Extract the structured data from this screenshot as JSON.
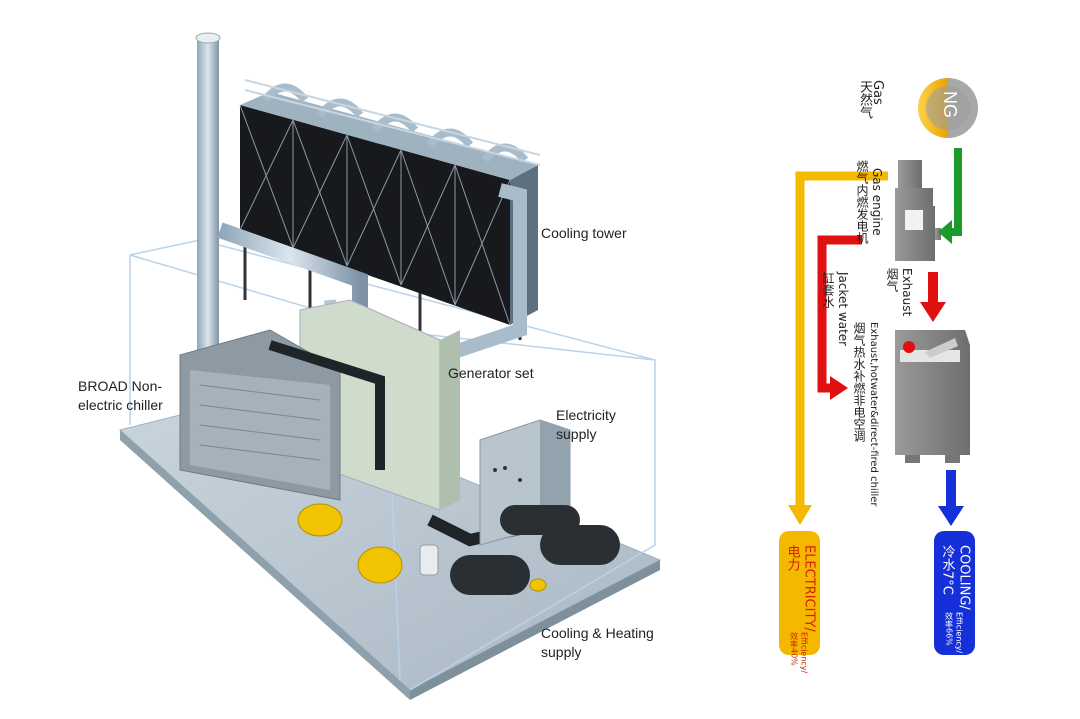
{
  "labels": {
    "cooling_tower": "Cooling tower",
    "broad_chiller_line1": "BROAD Non-",
    "broad_chiller_line2": "electric chiller",
    "generator_set": "Generator set",
    "electricity_supply_line1": "Electricity",
    "electricity_supply_line2": "supply",
    "cooling_heating_line1": "Cooling & Heating",
    "cooling_heating_line2": "supply"
  },
  "flow": {
    "ng_badge": "NG",
    "gas_en": "Gas",
    "gas_cn": "天然气",
    "gas_engine_en": "Gas engine",
    "gas_engine_cn": "燃气内燃发电机",
    "exhaust_en": "Exhaust",
    "exhaust_cn": "烟气",
    "jacket_water_en": "Jacket water",
    "jacket_water_cn": "缸套水",
    "chiller_en": "Exhaust,hotwater&direct-fired chiller",
    "chiller_cn": "烟气热水补燃非电空调",
    "electricity_out": "ELECTRICITY/电力",
    "electricity_eff": "Efficiency/效率40%",
    "cooling_out": "COOLING/冷水7°C",
    "cooling_eff": "Efficiency/效率66%"
  },
  "colors": {
    "electricity": "#f5b800",
    "exhaust": "#e01010",
    "gas": "#1a9a2a",
    "cooling": "#1530d8",
    "ng_half": "#f0b400",
    "machine_gray": "#8a8a8a"
  }
}
